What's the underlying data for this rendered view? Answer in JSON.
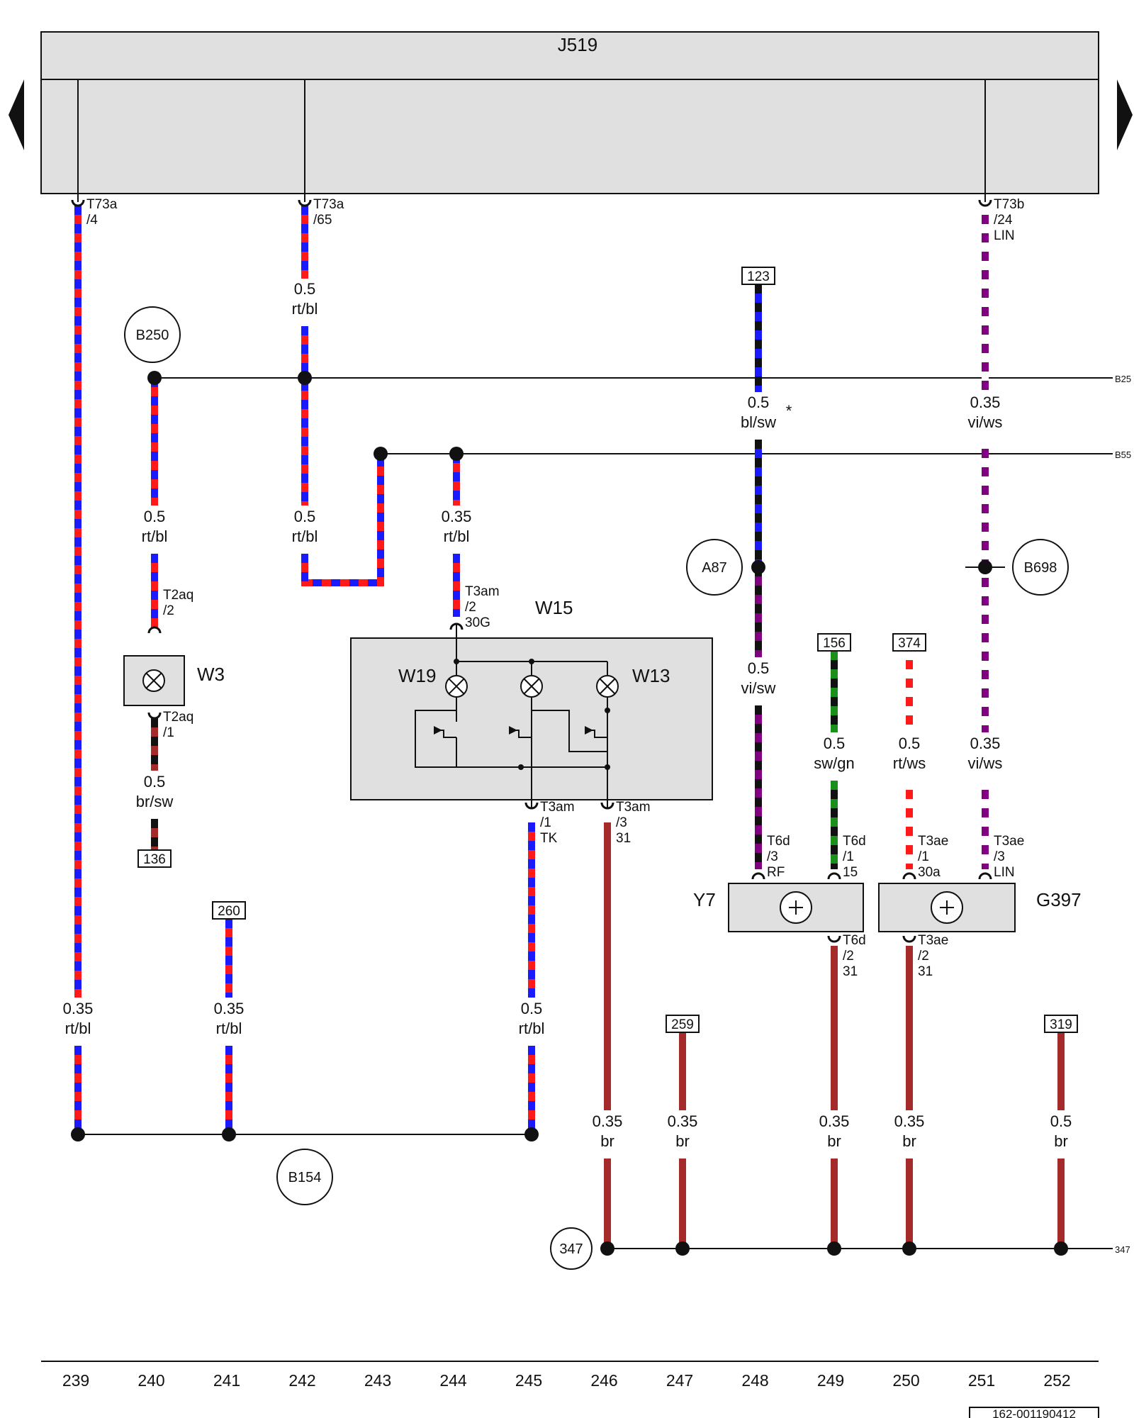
{
  "control_unit": {
    "label": "J519"
  },
  "nav": {
    "left": "previous-page",
    "right": "next-page"
  },
  "components": {
    "W3": "W3",
    "W15": "W15",
    "W19": "W19",
    "W13": "W13",
    "Y7": "Y7",
    "G397": "G397"
  },
  "connectors": {
    "t73a_4": [
      "T73a",
      "/4"
    ],
    "t73a_65": [
      "T73a",
      "/65"
    ],
    "t73b_24": [
      "T73b",
      "/24",
      "LIN"
    ],
    "t2aq_2": [
      "T2aq",
      "/2"
    ],
    "t2aq_1": [
      "T2aq",
      "/1"
    ],
    "t3am_2": [
      "T3am",
      "/2",
      "30G"
    ],
    "t3am_1": [
      "T3am",
      "/1",
      "TK"
    ],
    "t3am_3": [
      "T3am",
      "/3",
      "31"
    ],
    "t6d_3": [
      "T6d",
      "/3",
      "RF"
    ],
    "t6d_1": [
      "T6d",
      "/1",
      "15"
    ],
    "t6d_2": [
      "T6d",
      "/2",
      "31"
    ],
    "t3ae_1": [
      "T3ae",
      "/1",
      "30a"
    ],
    "t3ae_3": [
      "T3ae",
      "/3",
      "LIN"
    ],
    "t3ae_2": [
      "T3ae",
      "/2",
      "31"
    ]
  },
  "wires": {
    "w242_top": [
      "0.5",
      "rt/bl"
    ],
    "w240": [
      "0.5",
      "rt/bl"
    ],
    "w242_mid": [
      "0.5",
      "rt/bl"
    ],
    "w244": [
      "0.35",
      "rt/bl"
    ],
    "w240_low": [
      "0.5",
      "br/sw"
    ],
    "w248_top": [
      "0.5",
      "bl/sw"
    ],
    "w251_top": [
      "0.35",
      "vi/ws"
    ],
    "w248_mid": [
      "0.5",
      "vi/sw"
    ],
    "w249": [
      "0.5",
      "sw/gn"
    ],
    "w250": [
      "0.5",
      "rt/ws"
    ],
    "w251_mid": [
      "0.35",
      "vi/ws"
    ],
    "w239": [
      "0.35",
      "rt/bl"
    ],
    "w241": [
      "0.35",
      "rt/bl"
    ],
    "w245": [
      "0.5",
      "rt/bl"
    ],
    "w246": [
      "0.35",
      "br"
    ],
    "w247": [
      "0.35",
      "br"
    ],
    "w249_low": [
      "0.35",
      "br"
    ],
    "w250_low": [
      "0.35",
      "br"
    ],
    "w252": [
      "0.5",
      "br"
    ]
  },
  "asterisk": "*",
  "refs": {
    "r123": "123",
    "r156": "156",
    "r374": "374",
    "r136": "136",
    "r260": "260",
    "r259": "259",
    "r319": "319"
  },
  "nodes": {
    "b250": "B250",
    "b154": "B154",
    "a87": "A87",
    "b698": "B698",
    "c347": "347"
  },
  "edge_labels": {
    "e1": "B25",
    "e2": "B55",
    "e3": "347"
  },
  "columns": [
    "239",
    "240",
    "241",
    "242",
    "243",
    "244",
    "245",
    "246",
    "247",
    "248",
    "249",
    "250",
    "251",
    "252"
  ],
  "diagram_id": "162-001190412",
  "colors": {
    "rt": "#ff1a1a",
    "bl": "#1a1aff",
    "sw": "#111111",
    "br": "#a52a2a",
    "vi": "#800080",
    "ws": "#ffffff",
    "gn": "#1a8f1a",
    "panel": "#e0e0e0",
    "line": "#111111"
  }
}
